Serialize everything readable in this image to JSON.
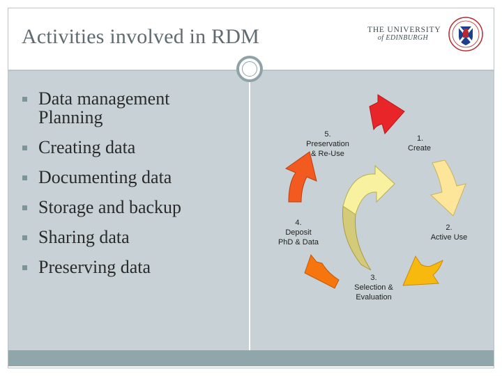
{
  "slide": {
    "title": "Activities involved in RDM",
    "logo": {
      "line1": "THE UNIVERSITY",
      "line2": "of EDINBURGH"
    },
    "bullets": [
      {
        "line1": "Data management",
        "line2": "Planning"
      },
      {
        "line1": "Creating data"
      },
      {
        "line1": "Documenting data"
      },
      {
        "line1": "Storage and backup"
      },
      {
        "line1": "Sharing data"
      },
      {
        "line1": "Preserving data"
      }
    ]
  },
  "diagram": {
    "stages": [
      {
        "num": "1.",
        "line1": "Create",
        "color": "#e8262a"
      },
      {
        "num": "2.",
        "line1": "Active Use",
        "color": "#fde59a"
      },
      {
        "num": "3.",
        "line1": "Selection &",
        "line2": "Evaluation",
        "color": "#f8b90f"
      },
      {
        "num": "4.",
        "line1": "Deposit",
        "line2": "PhD & Data",
        "color": "#f6750d"
      },
      {
        "num": "5.",
        "line1": "Preservation",
        "line2": "& Re-Use",
        "color": "#f25a1f"
      }
    ],
    "center_arrow_color": "#f7f1a0"
  }
}
